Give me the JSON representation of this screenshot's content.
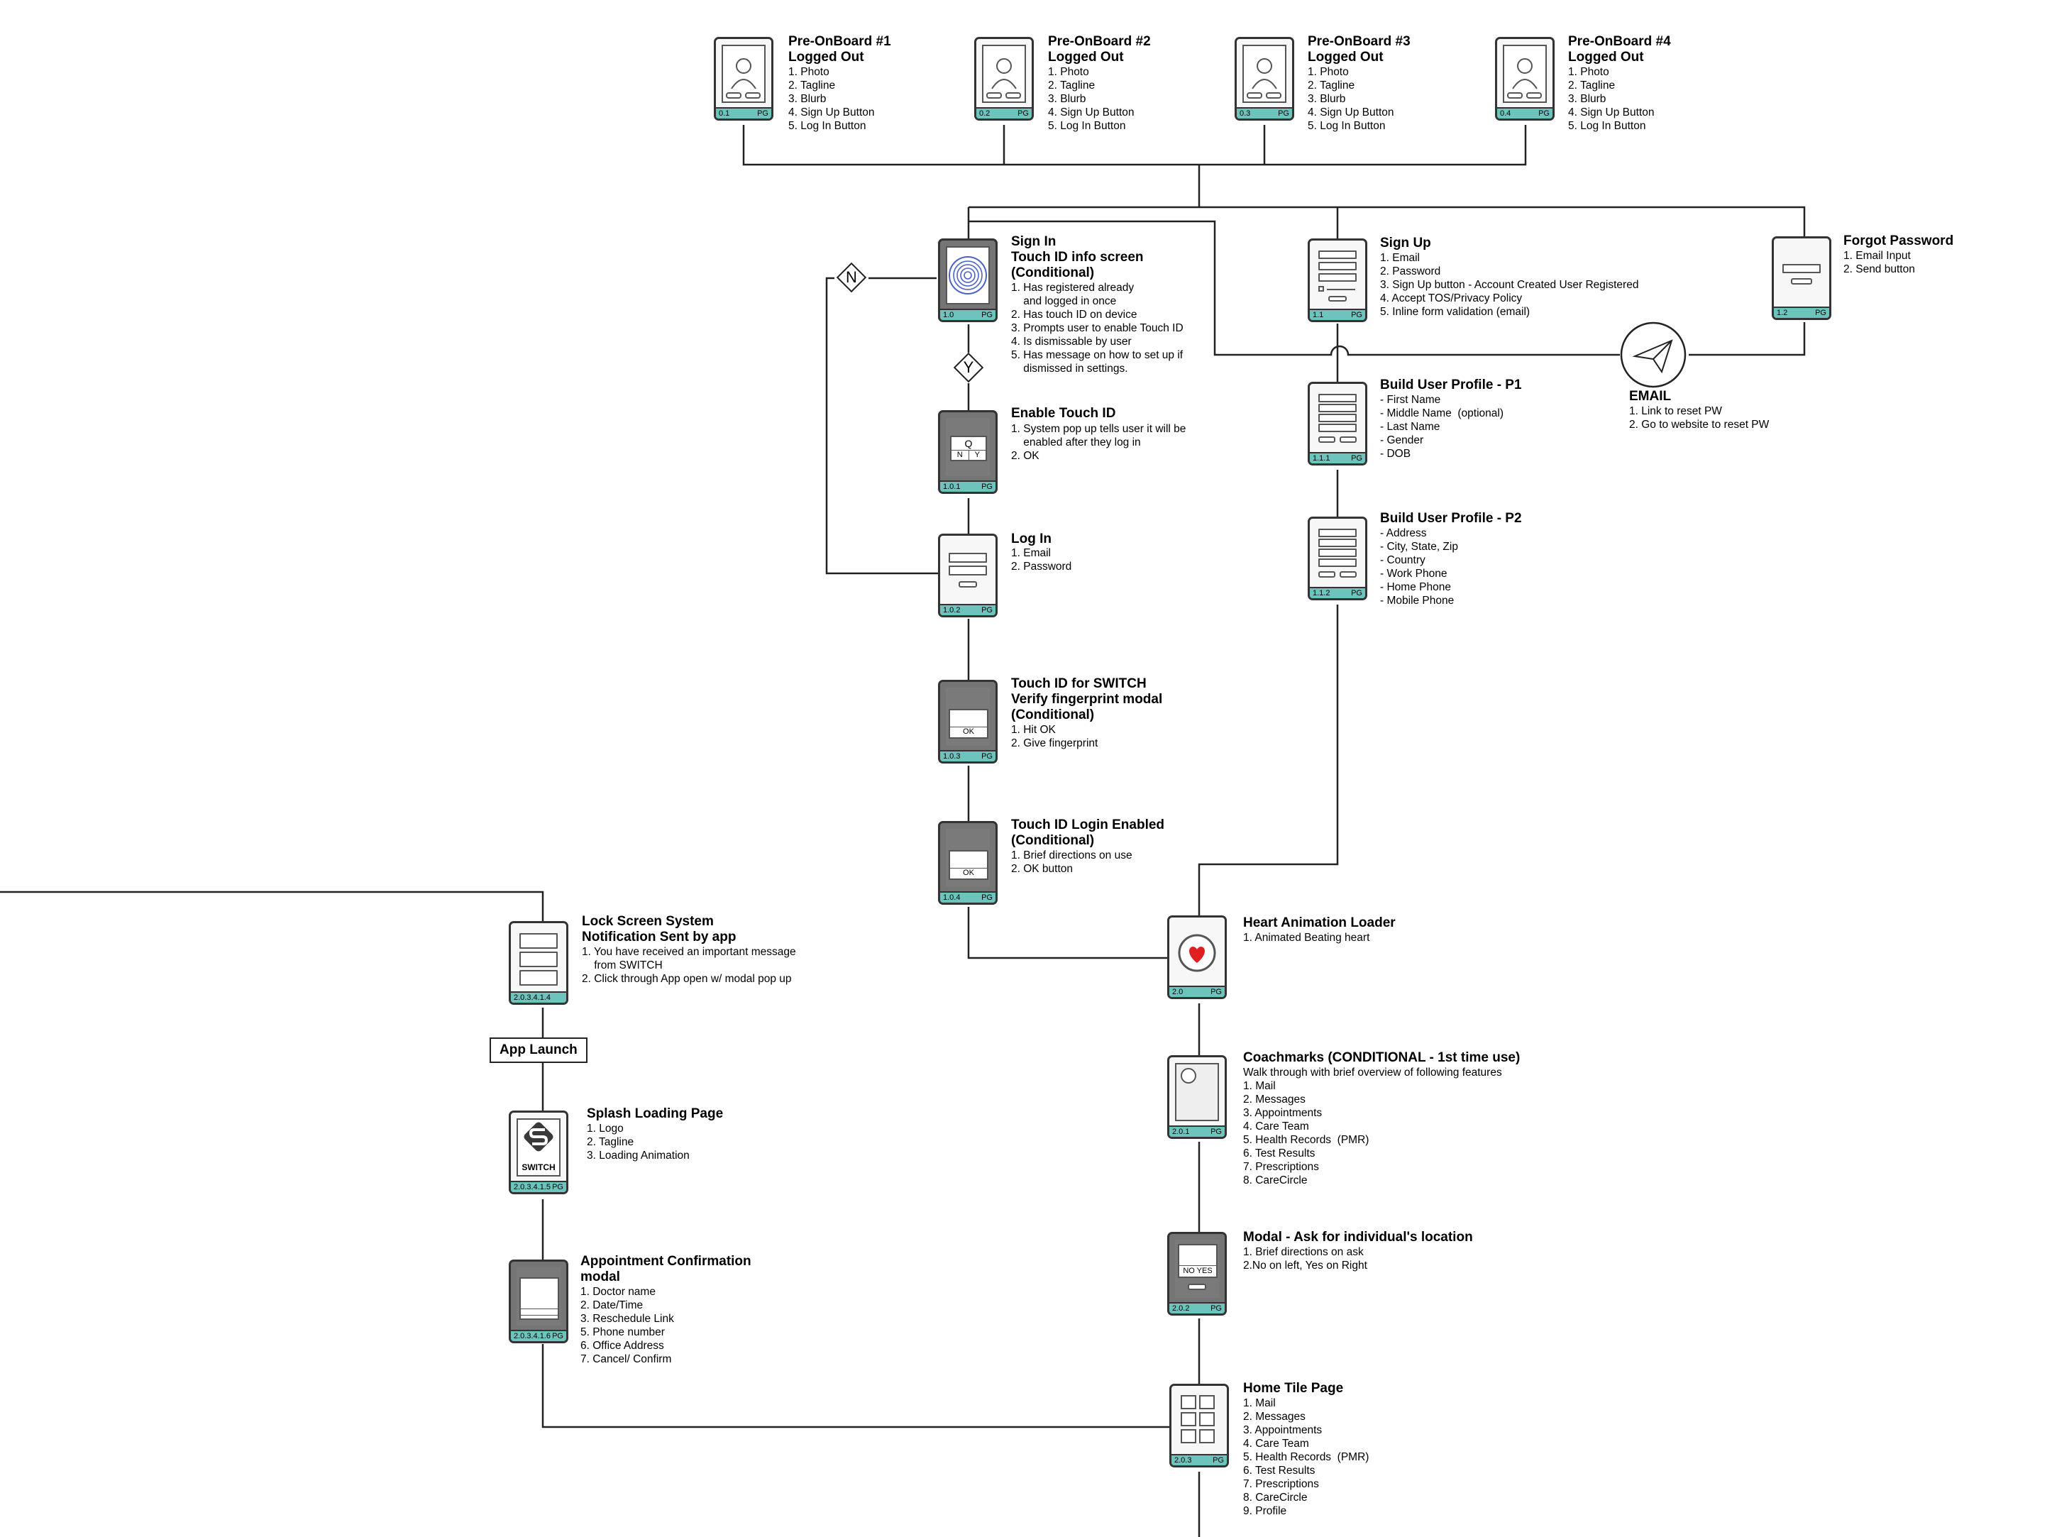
{
  "colors": {
    "accent": "#6cc4bd",
    "heart": "#e02020",
    "line": "#222222",
    "dark_screen": "#757575"
  },
  "nodes": {
    "pre1": {
      "id": "0.1",
      "pg": "PG",
      "title": "Pre-OnBoard #1",
      "subtitle": "Logged Out",
      "items": [
        "1. Photo",
        "2. Tagline",
        "3. Blurb",
        "4. Sign Up Button",
        "5. Log In Button"
      ]
    },
    "pre2": {
      "id": "0.2",
      "pg": "PG",
      "title": "Pre-OnBoard #2",
      "subtitle": "Logged Out",
      "items": [
        "1. Photo",
        "2. Tagline",
        "3. Blurb",
        "4. Sign Up Button",
        "5. Log In Button"
      ]
    },
    "pre3": {
      "id": "0.3",
      "pg": "PG",
      "title": "Pre-OnBoard #3",
      "subtitle": "Logged Out",
      "items": [
        "1. Photo",
        "2. Tagline",
        "3. Blurb",
        "4. Sign Up Button",
        "5. Log In Button"
      ]
    },
    "pre4": {
      "id": "0.4",
      "pg": "PG",
      "title": "Pre-OnBoard #4",
      "subtitle": "Logged Out",
      "items": [
        "1. Photo",
        "2. Tagline",
        "3. Blurb",
        "4. Sign Up Button",
        "5. Log In Button"
      ]
    },
    "signin": {
      "id": "1.0",
      "pg": "PG",
      "title": "Sign In",
      "subtitle": "Touch ID info screen",
      "subtitle2": "(Conditional)",
      "items": [
        "1. Has registered already",
        "    and logged in once",
        "2. Has touch ID on device",
        "3. Prompts user to enable Touch ID",
        "4. Is dismissable by user",
        "5. Has message on how to set up if",
        "    dismissed in settings."
      ]
    },
    "enable": {
      "id": "1.0.1",
      "pg": "PG",
      "title": "Enable Touch ID",
      "items": [
        "1. System pop up tells user it will be",
        "    enabled after they log in",
        "2. OK"
      ],
      "q": "Q",
      "n": "N",
      "y": "Y"
    },
    "login": {
      "id": "1.0.2",
      "pg": "PG",
      "title": "Log In",
      "items": [
        "1. Email",
        "2. Password"
      ]
    },
    "verify": {
      "id": "1.0.3",
      "pg": "PG",
      "title": "Touch ID for SWITCH",
      "subtitle": "Verify fingerprint modal",
      "subtitle2": "(Conditional)",
      "items": [
        "1. Hit OK",
        "2. Give fingerprint"
      ],
      "ok": "OK"
    },
    "enabled": {
      "id": "1.0.4",
      "pg": "PG",
      "title": "Touch ID Login Enabled",
      "subtitle": "(Conditional)",
      "items": [
        "1. Brief directions on use",
        "2. OK button"
      ],
      "ok": "OK"
    },
    "signup": {
      "id": "1.1",
      "pg": "PG",
      "title": "Sign Up",
      "items": [
        "1. Email",
        "2. Password",
        "3. Sign Up button - Account Created User Registered",
        "4. Accept TOS/Privacy Policy",
        "5. Inline form validation (email)"
      ]
    },
    "forgot": {
      "id": "1.2",
      "pg": "PG",
      "title": "Forgot Password",
      "items": [
        "1. Email Input",
        "2. Send button"
      ]
    },
    "email": {
      "title": "EMAIL",
      "items": [
        "1. Link to reset PW",
        "2. Go to website to reset PW"
      ]
    },
    "bup1": {
      "id": "1.1.1",
      "pg": "PG",
      "title": "Build User Profile - P1",
      "items": [
        "- First Name",
        "- Middle Name  (optional)",
        "- Last Name",
        "- Gender",
        "- DOB"
      ]
    },
    "bup2": {
      "id": "1.1.2",
      "pg": "PG",
      "title": "Build User Profile - P2",
      "items": [
        "- Address",
        "- City, State, Zip",
        "- Country",
        "- Work Phone",
        "- Home Phone",
        "- Mobile Phone"
      ]
    },
    "heart": {
      "id": "2.0",
      "pg": "PG",
      "title": "Heart Animation Loader",
      "items": [
        "1. Animated Beating heart"
      ]
    },
    "coach": {
      "id": "2.0.1",
      "pg": "PG",
      "title": "Coachmarks (CONDITIONAL - 1st time use)",
      "items": [
        "Walk through with brief overview of following features",
        "1. Mail",
        "2. Messages",
        "3. Appointments",
        "4. Care Team",
        "5. Health Records  (PMR)",
        "6. Test Results",
        "7. Prescriptions",
        "8. CareCircle"
      ]
    },
    "location": {
      "id": "2.0.2",
      "pg": "PG",
      "title": "Modal - Ask for individual's location",
      "items": [
        "1. Brief directions on ask",
        "2.No on left, Yes on Right"
      ],
      "no": "NO",
      "yes": "YES"
    },
    "home": {
      "id": "2.0.3",
      "pg": "PG",
      "title": "Home Tile Page",
      "items": [
        "1. Mail",
        "2. Messages",
        "3. Appointments",
        "4. Care Team",
        "5. Health Records  (PMR)",
        "6. Test Results",
        "7. Prescriptions",
        "8. CareCircle",
        "9. Profile"
      ]
    },
    "lock": {
      "id": "2.0.3.4.1.4",
      "title": "Lock Screen System",
      "subtitle": "Notification Sent by app",
      "items": [
        "1. You have received an important message",
        "    from SWITCH",
        "2. Click through App open w/ modal pop up"
      ]
    },
    "splash": {
      "id": "2.0.3.4.1.5",
      "pg": "PG",
      "title": "Splash Loading Page",
      "items": [
        "1. Logo",
        "2. Tagline",
        "3. Loading Animation"
      ],
      "logo": "SWITCH"
    },
    "appt": {
      "id": "2.0.3.4.1.6",
      "pg": "PG",
      "title": "Appointment Confirmation",
      "subtitle": "modal",
      "items": [
        "1. Doctor name",
        "2. Date/Time",
        "3. Reschedule Link",
        "5. Phone number",
        "6. Office Address",
        "7. Cancel/ Confirm"
      ]
    }
  },
  "labels": {
    "app_launch": "App Launch",
    "decision_n": "N",
    "decision_y": "Y"
  }
}
